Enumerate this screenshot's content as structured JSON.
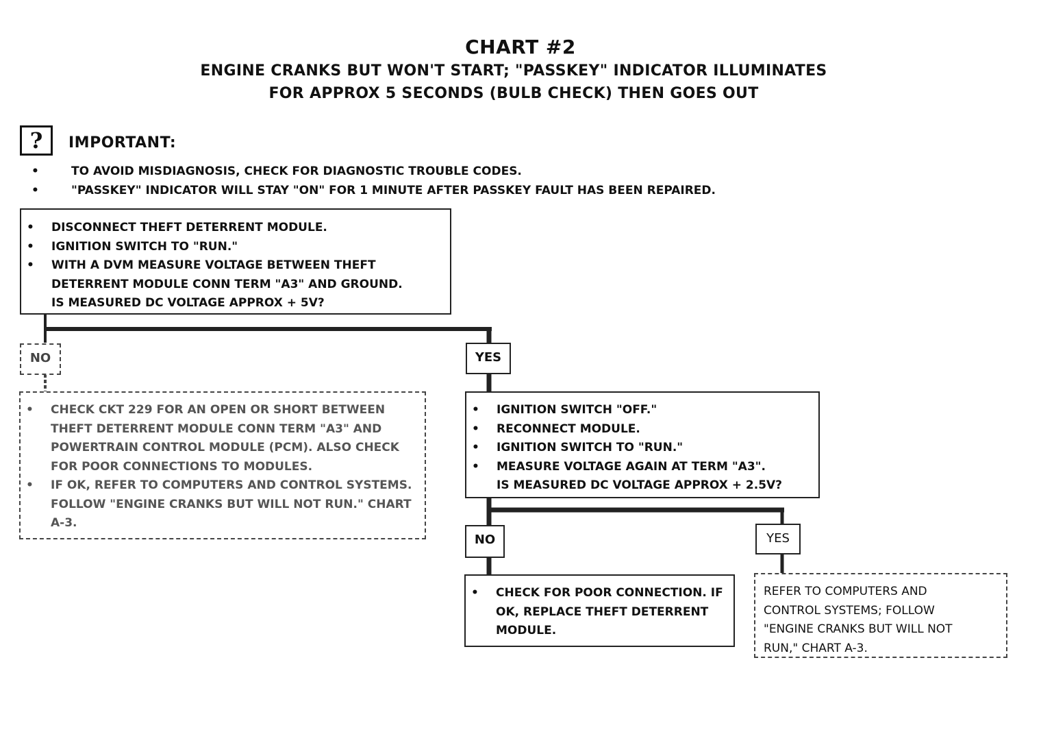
{
  "header": {
    "title": "CHART #2",
    "subtitle_line1": "ENGINE CRANKS BUT WON'T START; \"PASSKEY\" INDICATOR ILLUMINATES",
    "subtitle_line2": "FOR APPROX 5 SECONDS (BULB CHECK) THEN GOES OUT"
  },
  "important": {
    "icon_glyph": "?",
    "label": "IMPORTANT:",
    "bullet": "•",
    "items": [
      "TO AVOID MISDIAGNOSIS, CHECK FOR DIAGNOSTIC TROUBLE CODES.",
      "\"PASSKEY\" INDICATOR WILL STAY \"ON\" FOR 1 MINUTE AFTER PASSKEY FAULT HAS BEEN REPAIRED."
    ]
  },
  "step1": {
    "items": [
      "DISCONNECT THEFT DETERRENT MODULE.",
      "IGNITION SWITCH TO \"RUN.\"",
      "WITH A DVM MEASURE VOLTAGE BETWEEN THEFT DETERRENT MODULE CONN TERM \"A3\" AND GROUND."
    ],
    "question": "IS MEASURED DC VOLTAGE APPROX  + 5V?"
  },
  "labels": {
    "no1": "NO",
    "yes1": "YES",
    "no2": "NO",
    "yes2": "YES"
  },
  "no_branch1": {
    "items": [
      "CHECK CKT 229 FOR AN OPEN OR SHORT BETWEEN THEFT DETERRENT MODULE CONN TERM \"A3\" AND POWERTRAIN CONTROL MODULE (PCM).  ALSO CHECK FOR POOR CONNECTIONS TO MODULES.",
      "IF OK, REFER TO COMPUTERS AND CONTROL SYSTEMS. FOLLOW \"ENGINE CRANKS BUT WILL NOT RUN.\" CHART A-3."
    ]
  },
  "yes_branch1": {
    "items": [
      "IGNITION SWITCH \"OFF.\"",
      "RECONNECT MODULE.",
      "IGNITION SWITCH TO \"RUN.\"",
      "MEASURE VOLTAGE AGAIN AT TERM \"A3\"."
    ],
    "question": "IS MEASURED DC VOLTAGE APPROX  + 2.5V?"
  },
  "no_branch2": {
    "items": [
      "CHECK FOR POOR CONNECTION. IF OK, REPLACE THEFT DETERRENT MODULE."
    ]
  },
  "yes_branch2": {
    "text": "REFER TO COMPUTERS AND\nCONTROL SYSTEMS; FOLLOW\n\"ENGINE CRANKS BUT WILL NOT\nRUN,\" CHART A-3."
  }
}
